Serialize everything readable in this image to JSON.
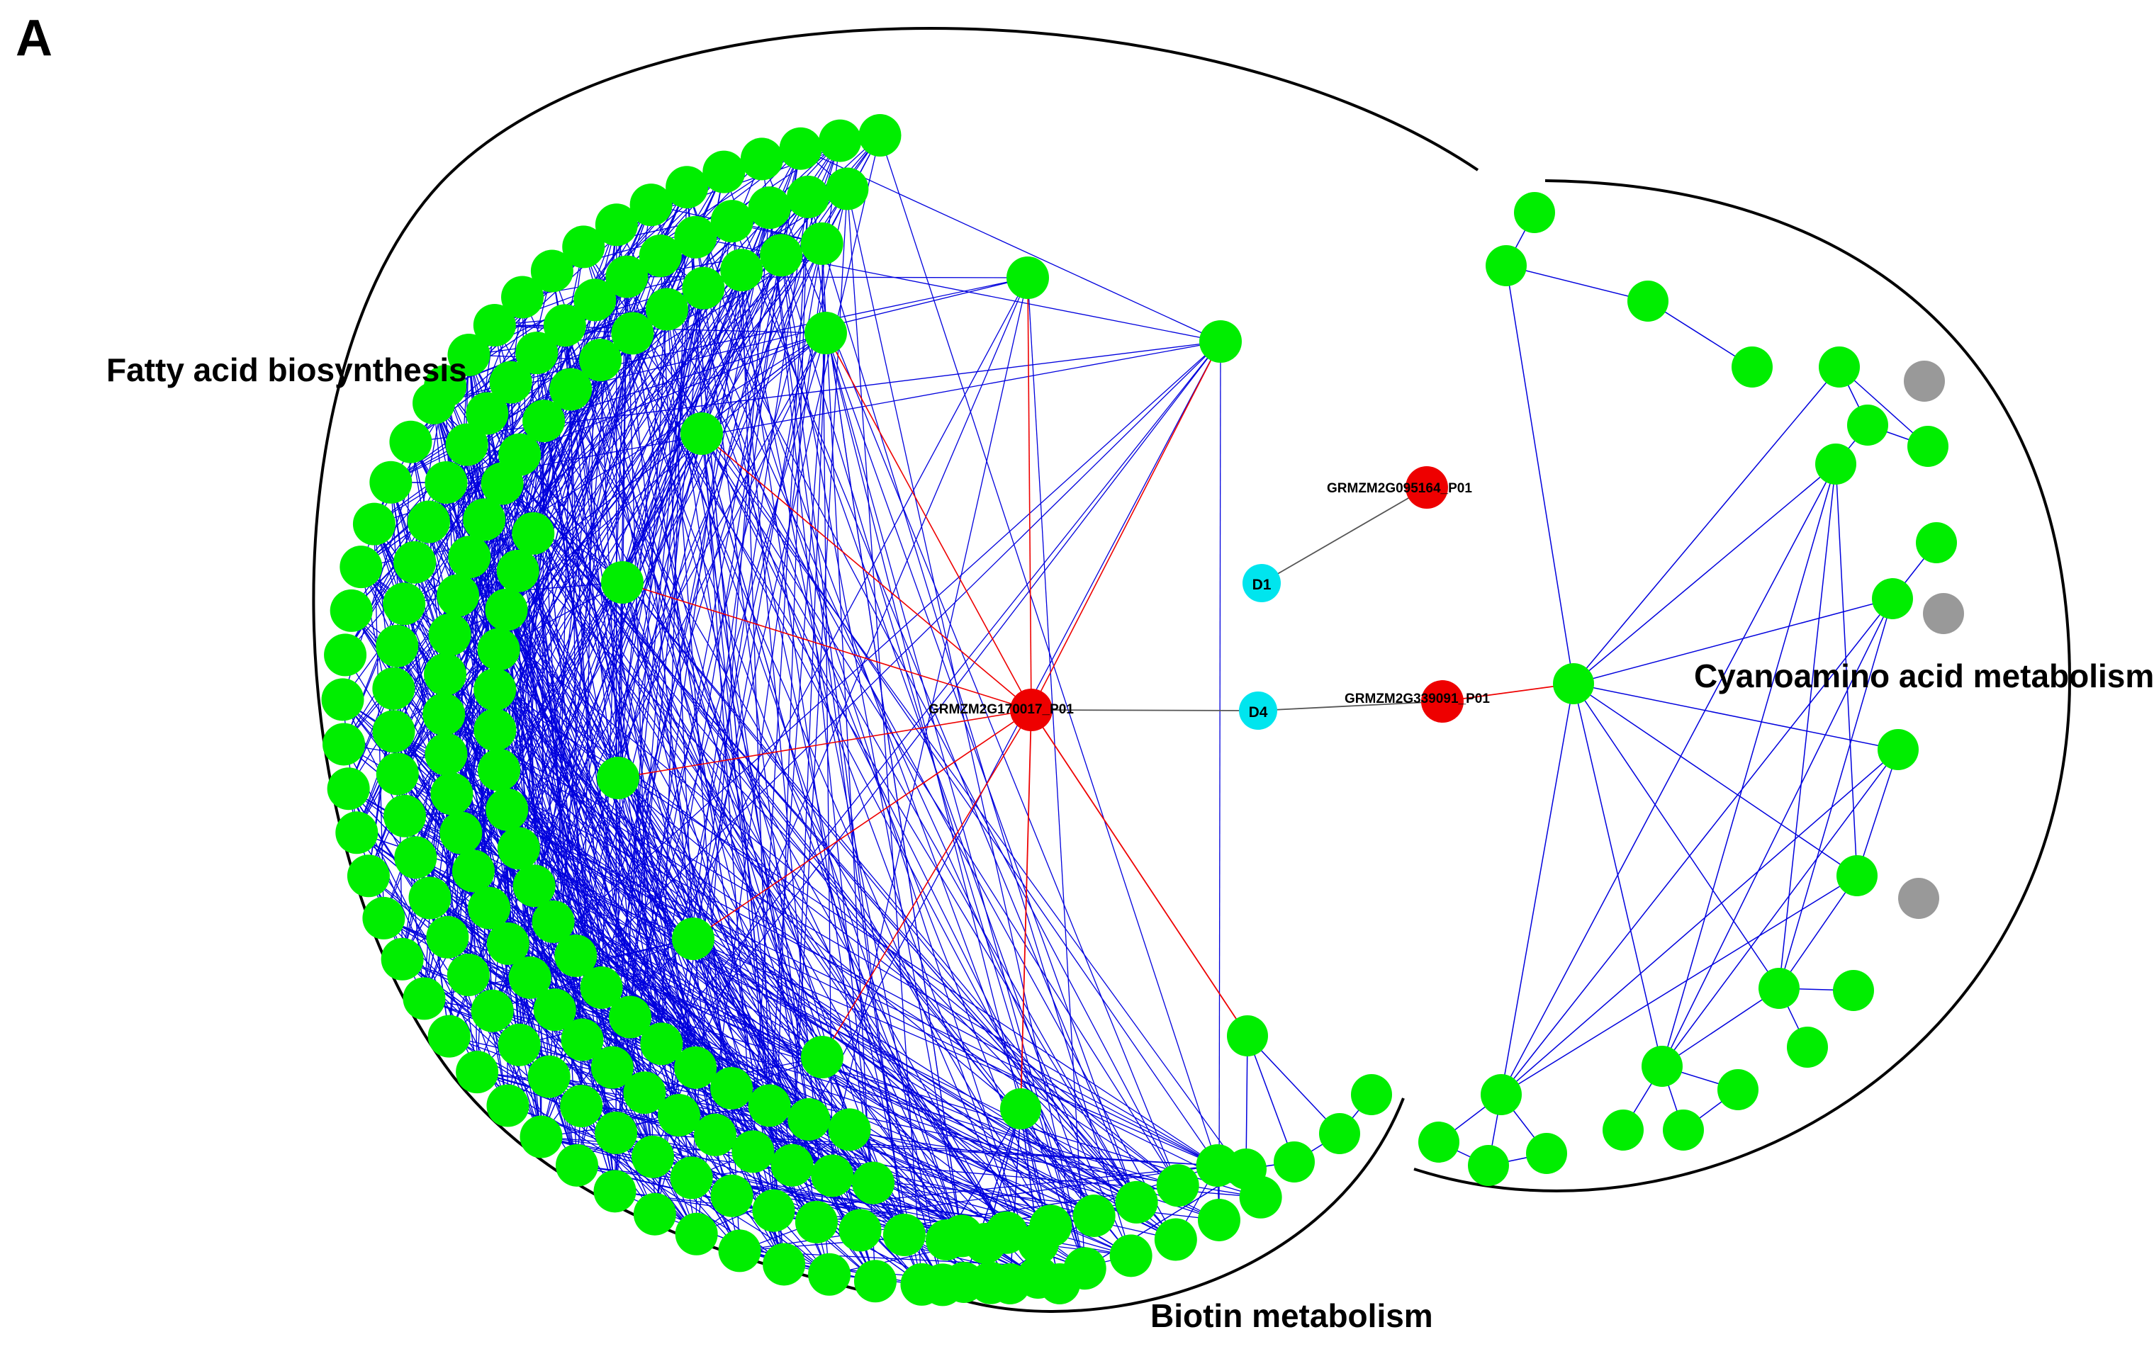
{
  "panel_letter": "A",
  "modules": {
    "fatty_acid": "Fatty acid biosynthesis",
    "cyanoamino": "Cyanoamino acid metabolism",
    "biotin": "Biotin metabolism"
  },
  "hub_genes": {
    "hub1": "GRMZM2G170017_P01",
    "hub2": "GRMZM2G095164_P01",
    "hub3": "GRMZM2G339091_P01"
  },
  "drug_nodes": {
    "d1": "D1",
    "d4": "D4"
  },
  "colors": {
    "member_node": "#00ee00",
    "hub_node": "#ee0000",
    "drug_node": "#00e5ee",
    "unlinked_node": "#999999",
    "coexpression_edge": "#0000dd",
    "hub_edge": "#ee0000",
    "drug_edge": "#555555",
    "module_boundary": "#000000"
  }
}
